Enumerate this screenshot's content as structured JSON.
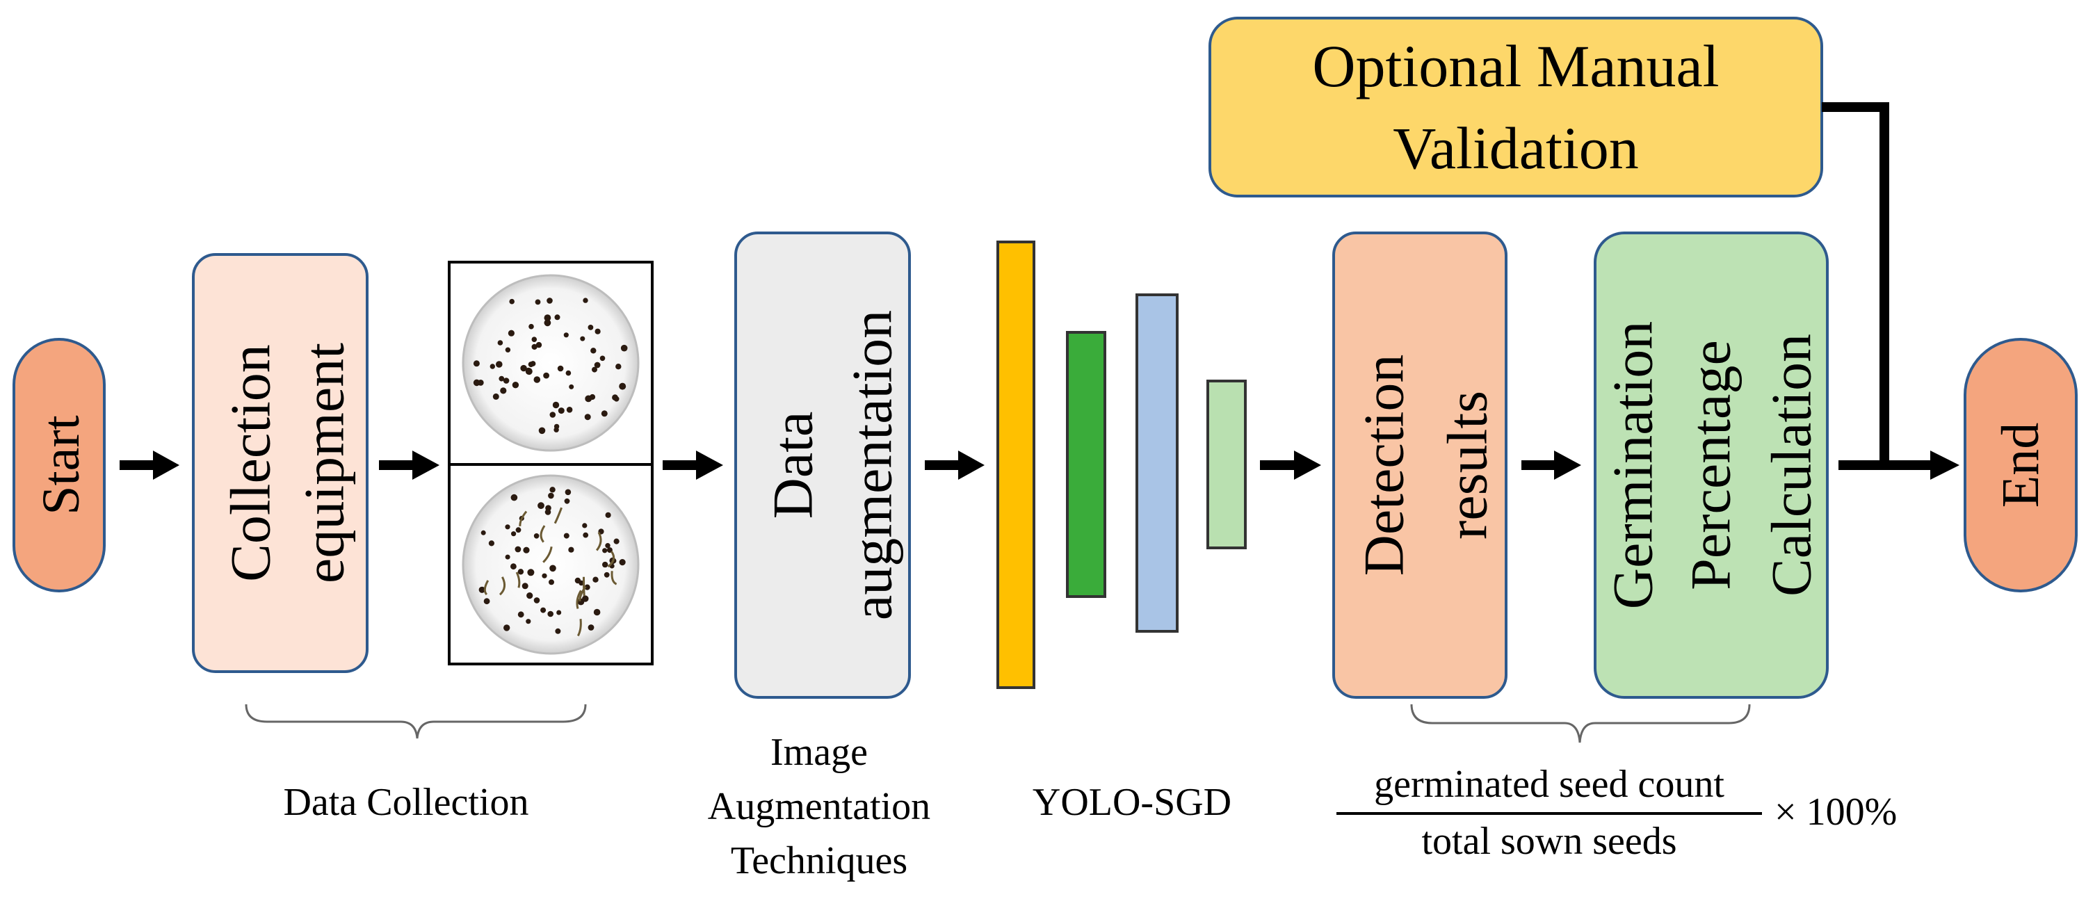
{
  "nodes": {
    "start": "Start",
    "collection": [
      "Collection",
      "equipment"
    ],
    "augmentation": [
      "Data",
      "augmentation"
    ],
    "detection": [
      "Detection",
      "results"
    ],
    "germination": [
      "Germination",
      "Percentage",
      "Calculation"
    ],
    "end": "End",
    "validation": [
      "Optional Manual",
      "Validation"
    ]
  },
  "labels": {
    "data_collection": "Data Collection",
    "image_augmentation": [
      "Image",
      "Augmentation",
      "Techniques"
    ],
    "yolo": "YOLO-SGD",
    "formula_numerator": "germinated seed count",
    "formula_denominator": "total sown seeds",
    "formula_suffix": "× 100%"
  },
  "colors": {
    "start_end": "#f4a57e",
    "collection": "#fde3d6",
    "augmentation": "#ececec",
    "detection": "#f9c5a5",
    "germination": "#bde2b4",
    "validation": "#fdd76a",
    "box_stroke": "#2e5a8e",
    "yolo_bars": [
      "#ffc000",
      "#3aac3a",
      "#a9c4e6",
      "#b9e0b0"
    ]
  }
}
